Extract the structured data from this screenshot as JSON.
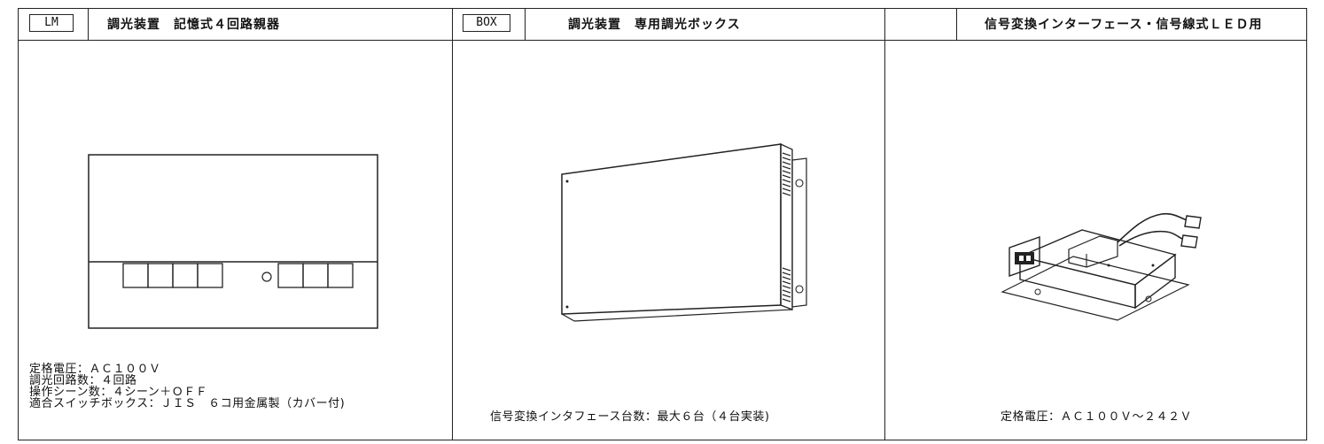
{
  "panels": [
    {
      "code": "LM",
      "title": "調光装置　記憶式４回路親器",
      "specs": [
        "定格電圧：ＡＣ１００Ｖ",
        "調光回路数：４回路",
        "操作シーン数：４シーン＋ＯＦＦ",
        "適合スイッチボックス：ＪＩＳ　６コ用金属製（カバー付)"
      ]
    },
    {
      "code": "BOX",
      "title": "調光装置　専用調光ボックス",
      "specs": [
        "信号変換インタフェース台数：最大６台（４台実装)"
      ]
    },
    {
      "code": "",
      "title": "信号変換インターフェース・信号線式ＬＥＤ用",
      "specs": [
        "定格電圧：ＡＣ１００Ｖ～２４２Ｖ"
      ]
    }
  ],
  "colors": {
    "line": "#222222",
    "background": "#ffffff"
  }
}
